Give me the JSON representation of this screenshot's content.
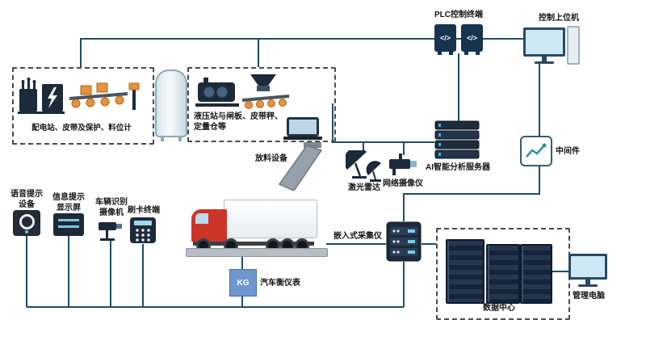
{
  "colors": {
    "wire": "#1d4e63",
    "truck_red": "#cd3528",
    "kg_blue": "#6f96cf",
    "icon_dark": "#1c2a3a",
    "accent_cyan": "#35b8d8",
    "conveyor_orange": "#e8923a"
  },
  "labels": {
    "plc_terminal": "PLC控制终端",
    "plc_code": "</>",
    "control_host": "控制上位机",
    "power_station_group": "配电站、皮带及保护、料位计",
    "hydraulic_group": "液压站与闸板、皮带秤、\n定量仓等",
    "discharge": "放料设备",
    "voice_device": "语音提示\n设备",
    "info_screen": "信息提示\n显示屏",
    "vehicle_camera": "车辆识别\n摄像机",
    "card_terminal": "刷卡终端",
    "lidar": "激光雷达",
    "network_camera": "网络摄像仪",
    "ai_server": "AI智能分析服务器",
    "middleware": "中间件",
    "embedded_collector": "嵌入式采集仪",
    "kg": "KG",
    "truck_scale": "汽车衡仪表",
    "data_center": "数据中心",
    "management_pc": "管理电脑"
  }
}
